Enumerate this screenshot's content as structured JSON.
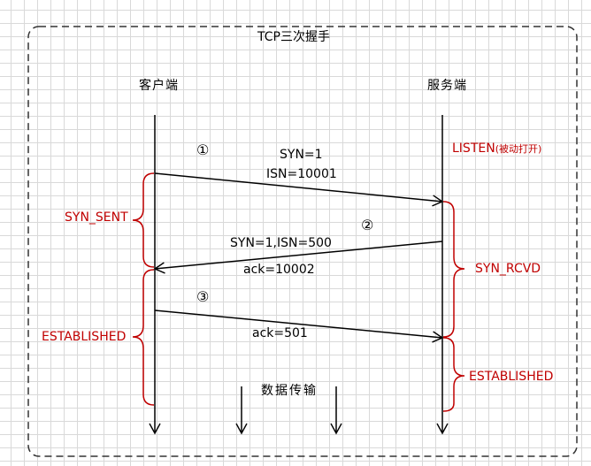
{
  "title": "TCP三次握手",
  "client_label": "客户端",
  "server_label": "服务端",
  "step_markers": [
    "①",
    "②",
    "③"
  ],
  "msg1": {
    "line1": "SYN=1",
    "line2": "ISN=10001"
  },
  "msg2": {
    "line1": "SYN=1,ISN=500",
    "line2": "ack=10002"
  },
  "msg3": {
    "line1": "ack=501"
  },
  "client_states": [
    "SYN_SENT",
    "ESTABLISHED"
  ],
  "server_states": {
    "listen": "LISTEN",
    "listen_note": "(被动打开)",
    "syn_rcvd": "SYN_RCVD",
    "established": "ESTABLISHED"
  },
  "data_transfer": "数据传输",
  "colors": {
    "state": "#c00000",
    "line": "#000000",
    "frame": "#333333"
  }
}
